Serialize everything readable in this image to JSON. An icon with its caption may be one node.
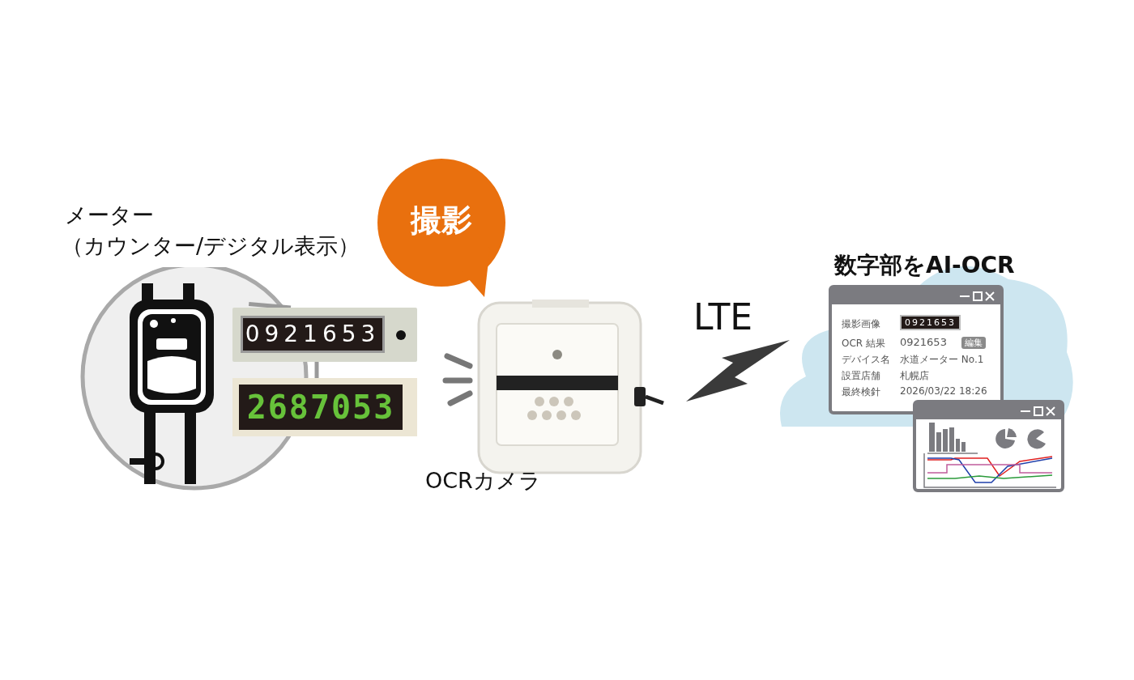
{
  "diagram": {
    "nodes": [
      {
        "text": [
          "メーター",
          "（カウンター/デジタル表示）"
        ]
      },
      {
        "text": [
          "0921653"
        ]
      },
      {
        "text": [
          "2687053"
        ]
      },
      {
        "text": [
          "撮影"
        ]
      },
      {
        "text": [],
        "shape": "picture",
        "beside": [
          "OCRカメラ"
        ]
      },
      {
        "text": [
          "数字部をAI-OCR"
        ]
      },
      {
        "text": [
          "撮影画像",
          "0921653",
          "OCR 結果",
          "0921653",
          "編集",
          "デバイス名",
          "水道メーター No.1",
          "設置店舗",
          "札幌店",
          "最終検針",
          "2026/03/22 18:26"
        ],
        "in": 5
      },
      {
        "text": [],
        "shape": "box"
      }
    ],
    "edges": [
      {
        "from": 0,
        "to": 1,
        "arrow": "none"
      },
      {
        "from": 1,
        "to": 2,
        "arrow": "none"
      }
    ],
    "labels": [
      "LTE"
    ]
  }
}
